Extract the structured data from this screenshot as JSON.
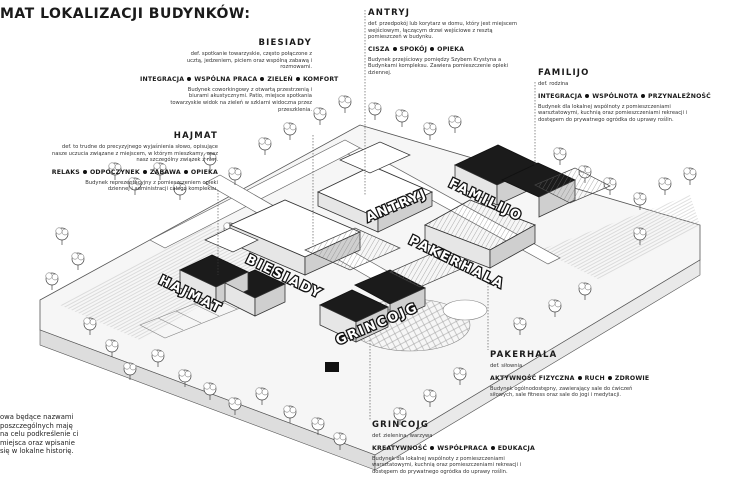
{
  "title": "MAT LOKALIZACJI BUDYNKÓW:",
  "panels": {
    "biesiady": {
      "name": "BIESIADY",
      "def": "def. spotkanie towarzyskie, często połączone z ucztą, jedzeniem, piciem oraz wspólną zabawą i rozmowami.",
      "keywords": [
        "INTEGRACJA",
        "WSPÓLNA PRACA",
        "ZIELEŃ",
        "KOMFORT"
      ],
      "desc": "Budynek coworkingowy z otwartą przestrzenią i biurami akustycznymi. Patio, miejsce spotkania towarzyskie widok na zieleń w szklarni widoczna przez przeszklenia."
    },
    "antryj": {
      "name": "ANTRYJ",
      "def": "def. przedpokój lub korytarz w domu, który jest miejscem wejściowym, łączącym drzwi wejściowe z resztą pomieszczeń w budynku.",
      "keywords": [
        "CISZA",
        "SPOKÓJ",
        "OPIEKA"
      ],
      "desc": "Budynek przejściowy pomiędzy Szybem Krystyna a Budynkami kompleksu. Zawiera pomieszczenie opieki dziennej."
    },
    "familijo": {
      "name": "FAMILIJO",
      "def": "def. rodzina",
      "keywords": [
        "INTEGRACJA",
        "WSPÓLNOTA",
        "PRZYNALEŻNOŚĆ"
      ],
      "desc": "Budynek dla lokalnej wspólnoty z pomieszczeniami warsztatowymi, kuchnią oraz pomieszczeniami rekreacji i dostępem do prywatnego ogródka do uprawy roślin."
    },
    "hajmat": {
      "name": "HAJMAT",
      "def": "def. to trudne do precyzyjnego wyjaśnienia słowo, opisujące nasze uczucia związane z miejscem, w którym mieszkamy, oraz nasz szczególny związek z nim.",
      "keywords": [
        "RELAKS",
        "ODPOCZYNEK",
        "ZABAWA",
        "OPIEKA"
      ],
      "desc": "Budynek reprezentacyjny z pomieszczeniem opieki dziennej i administracji całego kompleksu."
    },
    "pakerhala": {
      "name": "PAKERHALA",
      "def": "def. siłownia",
      "keywords": [
        "AKTYWNOŚĆ FIZYCZNA",
        "RUCH",
        "ZDROWIE"
      ],
      "desc": "Budynek ogólnodostępny, zawierający sale do ćwiczeń siłowych, sale fitness oraz sale do jogi i medytacji."
    },
    "grincojg": {
      "name": "GRINCOJG",
      "def": "def. zielenina, warzywa",
      "keywords": [
        "KREATYWNOŚĆ",
        "WSPÓŁPRACA",
        "EDUKACJA"
      ],
      "desc": "Budynek dla lokalnej wspólnoty z pomieszczeniami warsztatowymi, kuchnią oraz pomieszczeniami rekreacji i dostępem do prywatnego ogródka do uprawy roślin."
    }
  },
  "map_labels": {
    "antryj": "ANTRYJ",
    "familijo": "FAMILIJO",
    "biesiady": "BIESIADY",
    "pakerhala": "PAKERHALA",
    "hajmat": "HAJMAT",
    "grincojg": "GRINCOJG"
  },
  "left_note": "owa będące nazwami poszczególnych maję na celu podkreślenie ci miejsca oraz wpisanie się w lokalne historię."
}
